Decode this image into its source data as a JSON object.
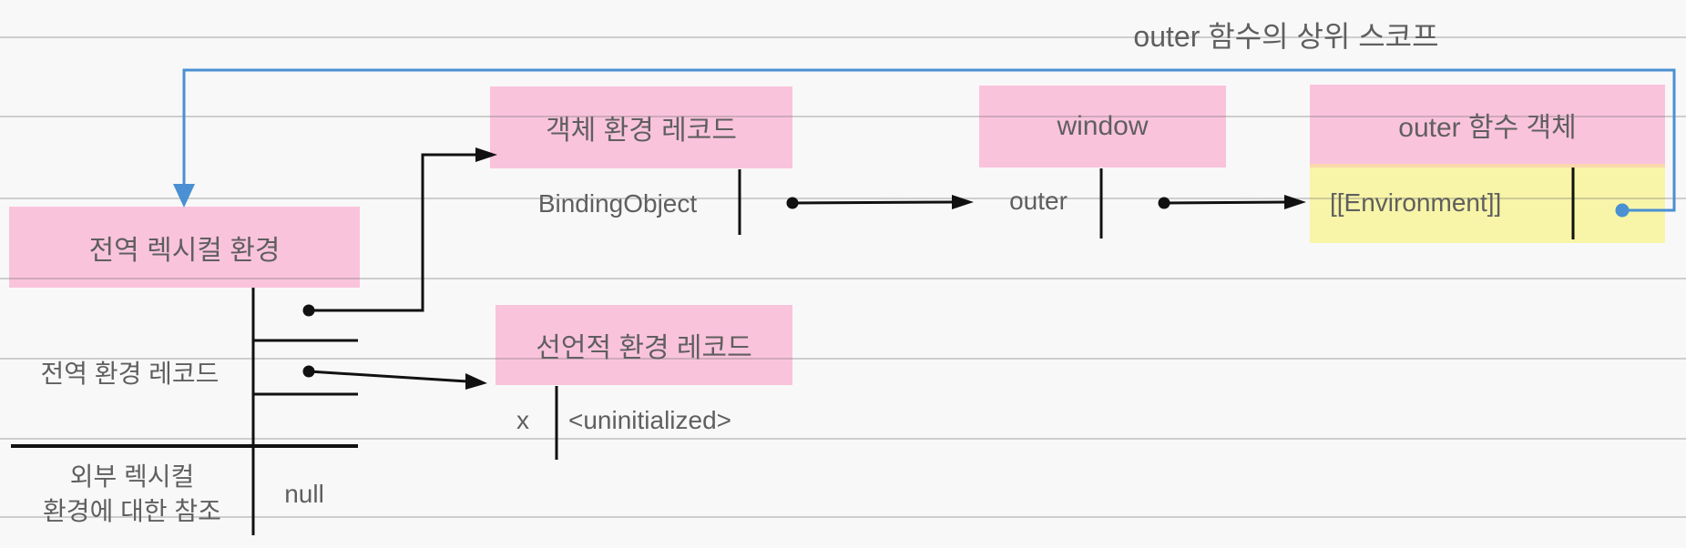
{
  "title": "outer 함수의 상위 스코프",
  "boxes": {
    "global_lexical_env": {
      "label": "전역 렉시컬 환경"
    },
    "object_env_record": {
      "label": "객체 환경 레코드"
    },
    "window_object": {
      "label": "window"
    },
    "outer_fn_object": {
      "label": "outer 함수 객체"
    },
    "declarative_env_record": {
      "label": "선언적 환경 레코드"
    }
  },
  "rows": {
    "binding_object": "BindingObject",
    "outer_prop": "outer",
    "environment_slot": "[[Environment]]",
    "x_name": "x",
    "x_value": "<uninitialized>",
    "global_env_record": "전역 환경 레코드",
    "outer_ref_line1": "외부 렉시컬",
    "outer_ref_line2": "환경에 대한 참조",
    "null_value": "null"
  },
  "colors": {
    "record_pink": "#fac3dc",
    "slot_yellow": "#f8f4a8",
    "divider_orange": "#fbd7ad",
    "scope_chain_blue": "#4a90d2",
    "line_black": "#111111",
    "text_gray": "#5f5f5f",
    "ruled_line_gray": "#d9d9d9",
    "background": "#f8f8f8"
  }
}
